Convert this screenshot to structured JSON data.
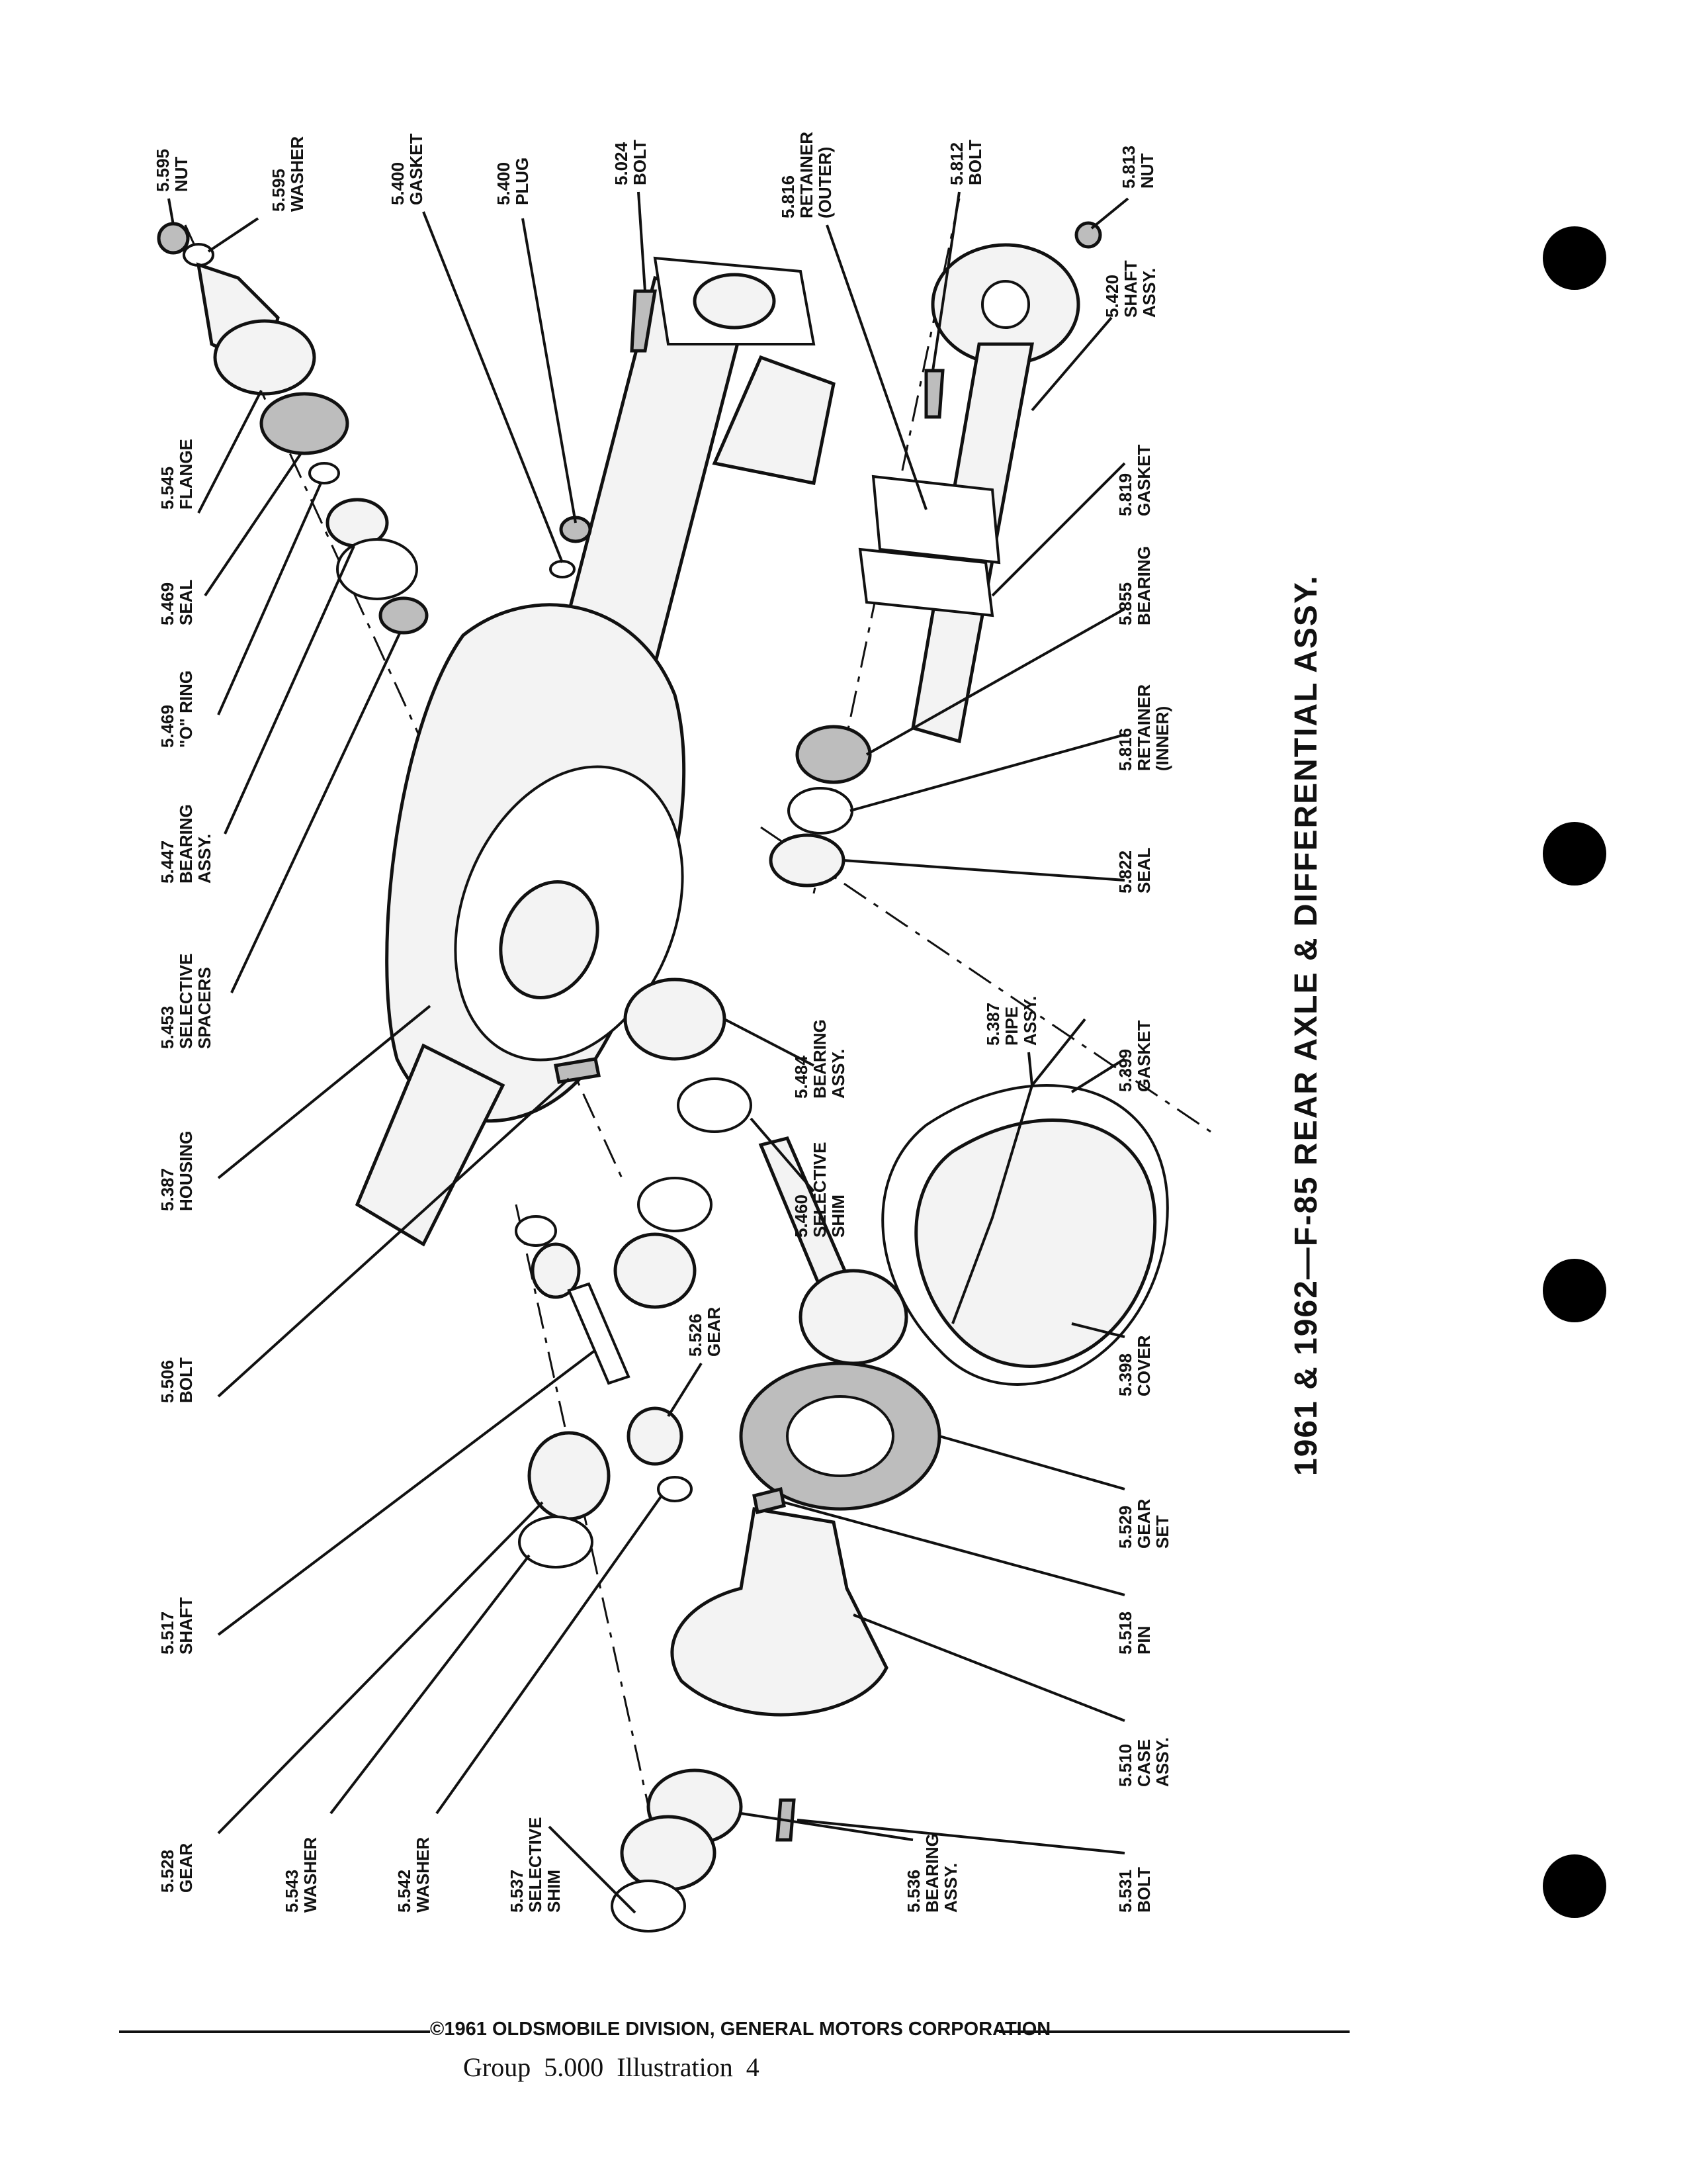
{
  "title": "1961 & 1962—F-85 REAR AXLE & DIFFERENTIAL ASSY.",
  "footer": {
    "copyright": "©1961 OLDSMOBILE DIVISION, GENERAL MOTORS CORPORATION",
    "group_caption": "Group  5.000  Illustration  4"
  },
  "parts": [
    {
      "num": "5.595",
      "name": [
        "NUT"
      ]
    },
    {
      "num": "5.595",
      "name": [
        "WASHER"
      ]
    },
    {
      "num": "5.400",
      "name": [
        "GASKET"
      ]
    },
    {
      "num": "5.400",
      "name": [
        "PLUG"
      ]
    },
    {
      "num": "5.024",
      "name": [
        "BOLT"
      ]
    },
    {
      "num": "5.816",
      "name": [
        "RETAINER",
        "(OUTER)"
      ]
    },
    {
      "num": "5.812",
      "name": [
        "BOLT"
      ]
    },
    {
      "num": "5.813",
      "name": [
        "NUT"
      ]
    },
    {
      "num": "5.420",
      "name": [
        "SHAFT",
        "ASSY."
      ]
    },
    {
      "num": "5.545",
      "name": [
        "FLANGE"
      ]
    },
    {
      "num": "5.819",
      "name": [
        "GASKET"
      ]
    },
    {
      "num": "5.469",
      "name": [
        "SEAL"
      ]
    },
    {
      "num": "5.855",
      "name": [
        "BEARING"
      ]
    },
    {
      "num": "5.469",
      "name": [
        "\"O\" RING"
      ]
    },
    {
      "num": "5.816",
      "name": [
        "RETAINER",
        "(INNER)"
      ]
    },
    {
      "num": "5.447",
      "name": [
        "BEARING",
        "ASSY."
      ]
    },
    {
      "num": "5.822",
      "name": [
        "SEAL"
      ]
    },
    {
      "num": "5.453",
      "name": [
        "SELECTIVE",
        "SPACERS"
      ]
    },
    {
      "num": "5.387",
      "name": [
        "PIPE",
        "ASSY."
      ]
    },
    {
      "num": "5.484",
      "name": [
        "BEARING",
        "ASSY."
      ]
    },
    {
      "num": "5.399",
      "name": [
        "GASKET"
      ]
    },
    {
      "num": "5.387",
      "name": [
        "HOUSING"
      ]
    },
    {
      "num": "5.460",
      "name": [
        "SELECTIVE",
        "SHIM"
      ]
    },
    {
      "num": "5.506",
      "name": [
        "BOLT"
      ]
    },
    {
      "num": "5.526",
      "name": [
        "GEAR"
      ]
    },
    {
      "num": "5.398",
      "name": [
        "COVER"
      ]
    },
    {
      "num": "5.529",
      "name": [
        "GEAR",
        "SET"
      ]
    },
    {
      "num": "5.517",
      "name": [
        "SHAFT"
      ]
    },
    {
      "num": "5.518",
      "name": [
        "PIN"
      ]
    },
    {
      "num": "5.528",
      "name": [
        "GEAR"
      ]
    },
    {
      "num": "5.510",
      "name": [
        "CASE",
        "ASSY."
      ]
    },
    {
      "num": "5.543",
      "name": [
        "WASHER"
      ]
    },
    {
      "num": "5.542",
      "name": [
        "WASHER"
      ]
    },
    {
      "num": "5.537",
      "name": [
        "SELECTIVE",
        "SHIM"
      ]
    },
    {
      "num": "5.536",
      "name": [
        "BEARING",
        "ASSY."
      ]
    },
    {
      "num": "5.531",
      "name": [
        "BOLT"
      ]
    }
  ]
}
